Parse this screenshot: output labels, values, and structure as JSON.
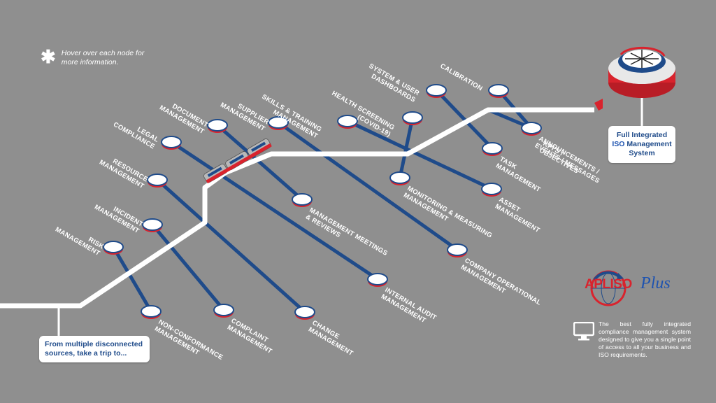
{
  "hint": {
    "icon": "asterisk-icon",
    "text": "Hover over each node for more information."
  },
  "start_callout": "From multiple disconnected sources, take a trip to...",
  "end_callout": {
    "line1": "Full Integrated",
    "iso": "ISO",
    "line2": "Management",
    "line3": "System"
  },
  "brand": {
    "name": "APLISO",
    "suffix": "Plus",
    "icon": "globe-arrow-logo"
  },
  "tagline": "The best fully integrated compliance management system designed to give you a single point of access to all your business and ISO requirements.",
  "colors": {
    "background": "#8f8f8f",
    "track": "#1f4b8a",
    "main_line": "#ffffff",
    "node_rim": "#d9232d",
    "accent_blue": "#1e53b0"
  },
  "lines": [
    {
      "label_top": [
        "Risk",
        "Management"
      ],
      "label_bottom": [
        "Non-conformance",
        "Management"
      ]
    },
    {
      "label_top": [
        "Incident",
        "Management"
      ],
      "label_bottom": [
        "Complaint",
        "Management"
      ]
    },
    {
      "label_top": [
        "Resource",
        "Management"
      ],
      "label_bottom": [
        "Change",
        "Management"
      ]
    },
    {
      "label_top": [
        "Legal",
        "Compliance"
      ],
      "label_bottom": [
        "Internal Audit",
        "Management"
      ]
    },
    {
      "label_top": [
        "Document",
        "Management"
      ],
      "label_bottom": [
        "Management Meetings",
        "& Reviews"
      ]
    },
    {
      "label_top": [
        "Supplier",
        "Management"
      ],
      "label_bottom": [
        "Company Operational",
        "Management"
      ]
    },
    {
      "label_top": [
        "Skills & Training",
        "Management"
      ],
      "label_bottom": [
        "Asset",
        "Management"
      ]
    },
    {
      "label_top": [
        "Health Screening",
        "(COVID-19)"
      ],
      "label_bottom": [
        "Monitoring & Measuring",
        "Management"
      ]
    },
    {
      "label_top": [
        "System & User",
        "Dashboards"
      ],
      "label_bottom": [
        "Task",
        "Management"
      ]
    },
    {
      "label_top": [
        "Calibration"
      ],
      "label_bottom": [
        "Announcements /",
        "Events / Messages"
      ]
    },
    {
      "label_top": [],
      "label_bottom": [
        "KPI's /",
        "Objectives"
      ]
    }
  ]
}
